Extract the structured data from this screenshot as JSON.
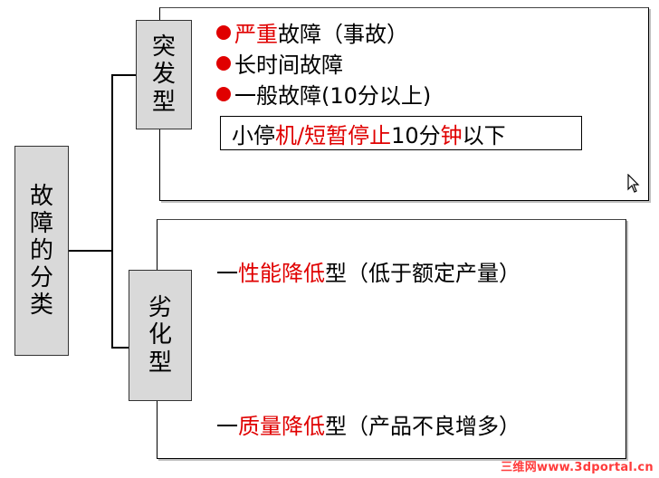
{
  "root": {
    "chars": [
      "故",
      "障",
      "的",
      "分",
      "类"
    ]
  },
  "sudden": {
    "label_chars": [
      "突",
      "发",
      "型"
    ],
    "items": [
      {
        "parts": [
          {
            "text": "严重",
            "red": true
          },
          {
            "text": "故障（事故）",
            "red": false
          }
        ]
      },
      {
        "parts": [
          {
            "text": "长时间故障",
            "red": false
          }
        ]
      },
      {
        "parts": [
          {
            "text": "一般故障(10分以上)",
            "red": false
          }
        ]
      }
    ],
    "note_parts": [
      {
        "text": "小停",
        "red": false
      },
      {
        "text": "机/短暂停止",
        "red": true
      },
      {
        "text": "10分",
        "red": false
      },
      {
        "text": "钟",
        "red": true
      },
      {
        "text": "以下",
        "red": false
      }
    ]
  },
  "degrade": {
    "label_chars": [
      "劣",
      "化",
      "型"
    ],
    "items": [
      {
        "parts": [
          {
            "text": "一",
            "red": false
          },
          {
            "text": "性能降低",
            "red": true
          },
          {
            "text": "型（低于额定产量）",
            "red": false
          }
        ]
      },
      {
        "parts": [
          {
            "text": "一",
            "red": false
          },
          {
            "text": "质量降低",
            "red": true
          },
          {
            "text": "型（产品不良增多）",
            "red": false
          }
        ]
      }
    ]
  },
  "watermark": "三维网www.3dportal.cn",
  "colors": {
    "accent": "#e00000",
    "box_fill": "#d9d9d9"
  }
}
